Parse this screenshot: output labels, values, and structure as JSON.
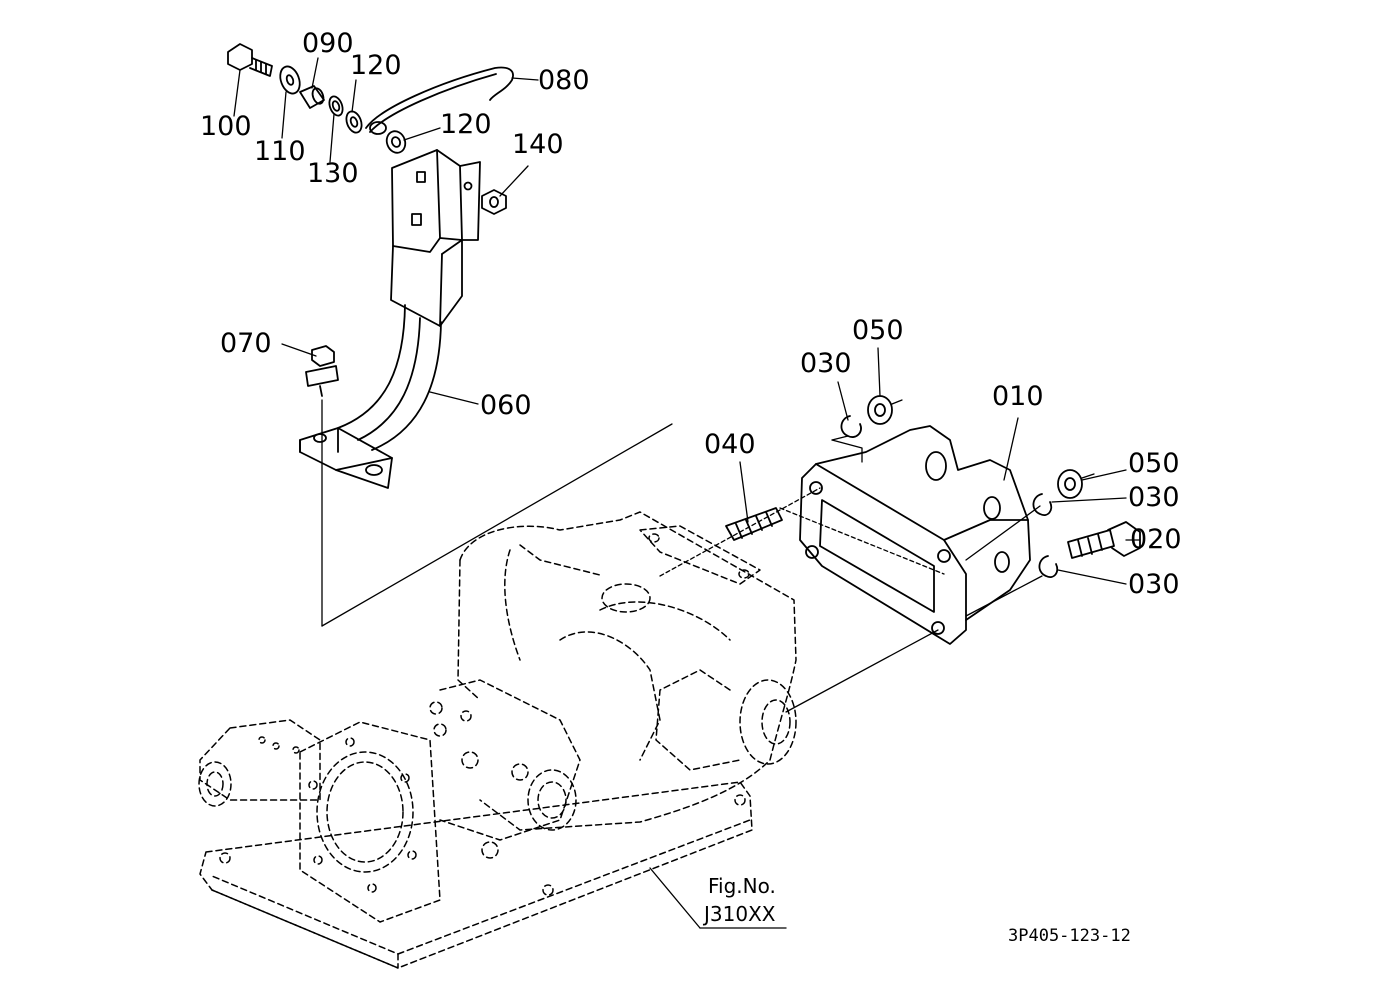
{
  "parts": {
    "p100": "100",
    "p110": "110",
    "p090": "090",
    "p130": "130",
    "p120a": "120",
    "p120b": "120",
    "p080": "080",
    "p140": "140",
    "p070": "070",
    "p060": "060",
    "p050a": "050",
    "p030a": "030",
    "p010": "010",
    "p040": "040",
    "p050b": "050",
    "p030b": "030",
    "p020": "020",
    "p030c": "030"
  },
  "figure": {
    "label": "Fig.No.",
    "number": "J310XX"
  },
  "document_code": "3P405-123-12"
}
